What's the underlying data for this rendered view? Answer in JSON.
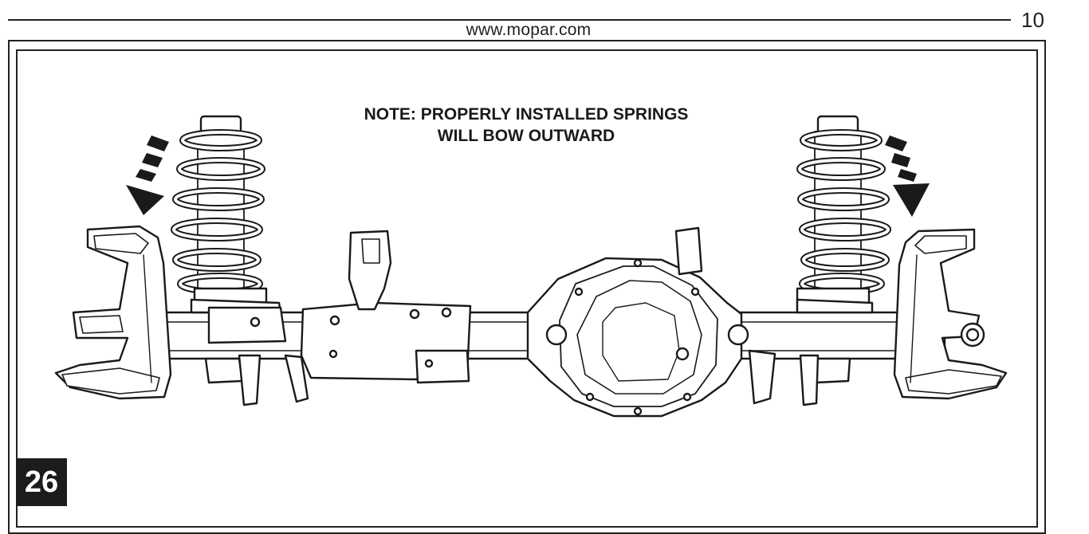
{
  "header": {
    "url": "www.mopar.com",
    "page_number": "10"
  },
  "figure": {
    "note_line1": "NOTE: PROPERLY INSTALLED SPRINGS",
    "note_line2": "WILL BOW OUTWARD",
    "step_number": "26"
  },
  "colors": {
    "ink": "#1a1a1a",
    "badge_bg": "#1c1c1c",
    "badge_text": "#ffffff"
  }
}
